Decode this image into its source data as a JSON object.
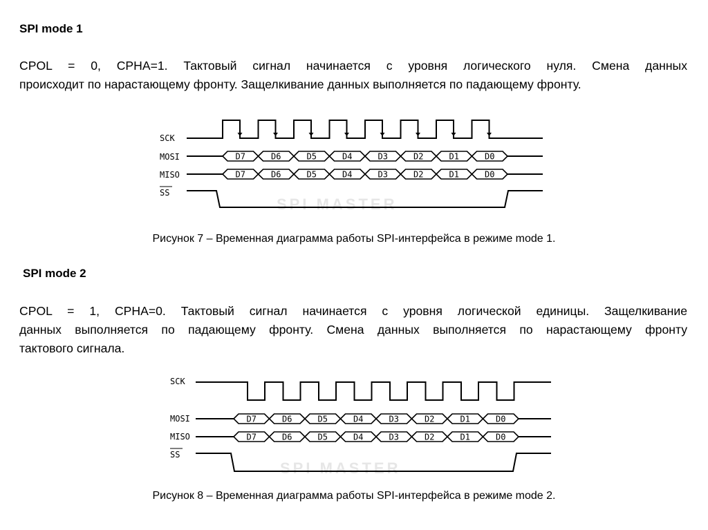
{
  "mode1": {
    "heading": "SPI mode 1",
    "para_line1": "CPOL = 0, CPHA=1. Тактовый сигнал начинается с уровня логического нуля. Смена данных",
    "para_line2": "происходит по нарастающему фронту. Защелкивание данных выполняется по падающему фронту.",
    "caption": "Рисунок 7 – Временная диаграмма работы SPI-интерфейса в режиме mode 1.",
    "diagram": {
      "signals": [
        "SCK",
        "MOSI",
        "MISO",
        "SS"
      ],
      "bits": [
        "D7",
        "D6",
        "D5",
        "D4",
        "D3",
        "D2",
        "D1",
        "D0"
      ]
    }
  },
  "mode2": {
    "heading": "SPI mode 2",
    "para_line1": "CPOL = 1, CPHA=0. Тактовый сигнал начинается с уровня логической единицы. Защелкивание",
    "para_line2": "данных выполняется по падающему фронту. Смена данных выполняется по нарастающему фронту",
    "para_line3": "тактового сигнала.",
    "caption": "Рисунок 8 – Временная диаграмма работы SPI-интерфейса в режиме mode 2.",
    "diagram": {
      "signals": [
        "SCK",
        "MOSI",
        "MISO",
        "SS"
      ],
      "bits": [
        "D7",
        "D6",
        "D5",
        "D4",
        "D3",
        "D2",
        "D1",
        "D0"
      ]
    }
  }
}
